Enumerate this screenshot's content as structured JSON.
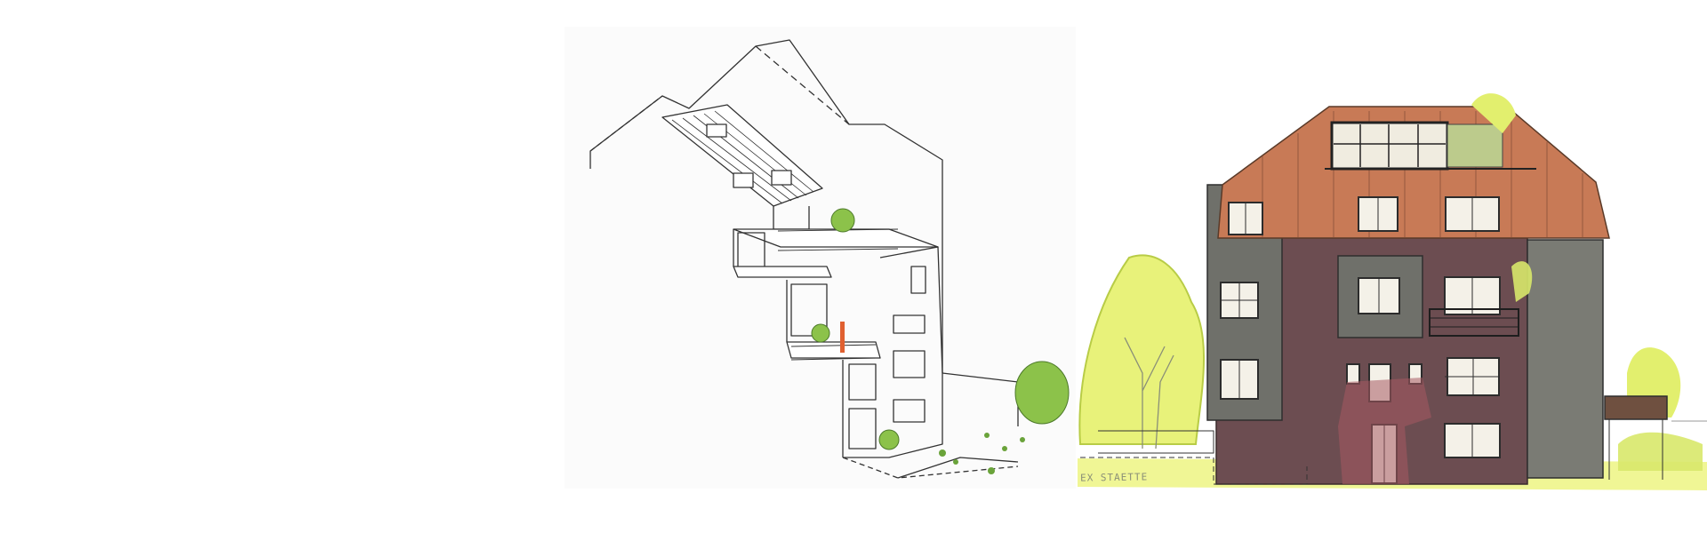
{
  "scene": {
    "description_label": "",
    "sketches": [
      {
        "name": "axonometric-line-sketch",
        "style": "pen line drawing with green tree accents"
      },
      {
        "name": "colored-elevation-sketch",
        "style": "marker rendering of facade"
      }
    ],
    "caption_text": "EX STAETTE"
  },
  "colors": {
    "paper": "#ffffff",
    "ink": "#333333",
    "roof_orange": "#c87a56",
    "facade_maroon": "#6c4d51",
    "facade_grey": "#6f706a",
    "tree_green": "#7aae3a",
    "highlight_yellow": "#e6f25a",
    "window_frame": "#2c2c2c",
    "glass": "#f4f1e8"
  }
}
